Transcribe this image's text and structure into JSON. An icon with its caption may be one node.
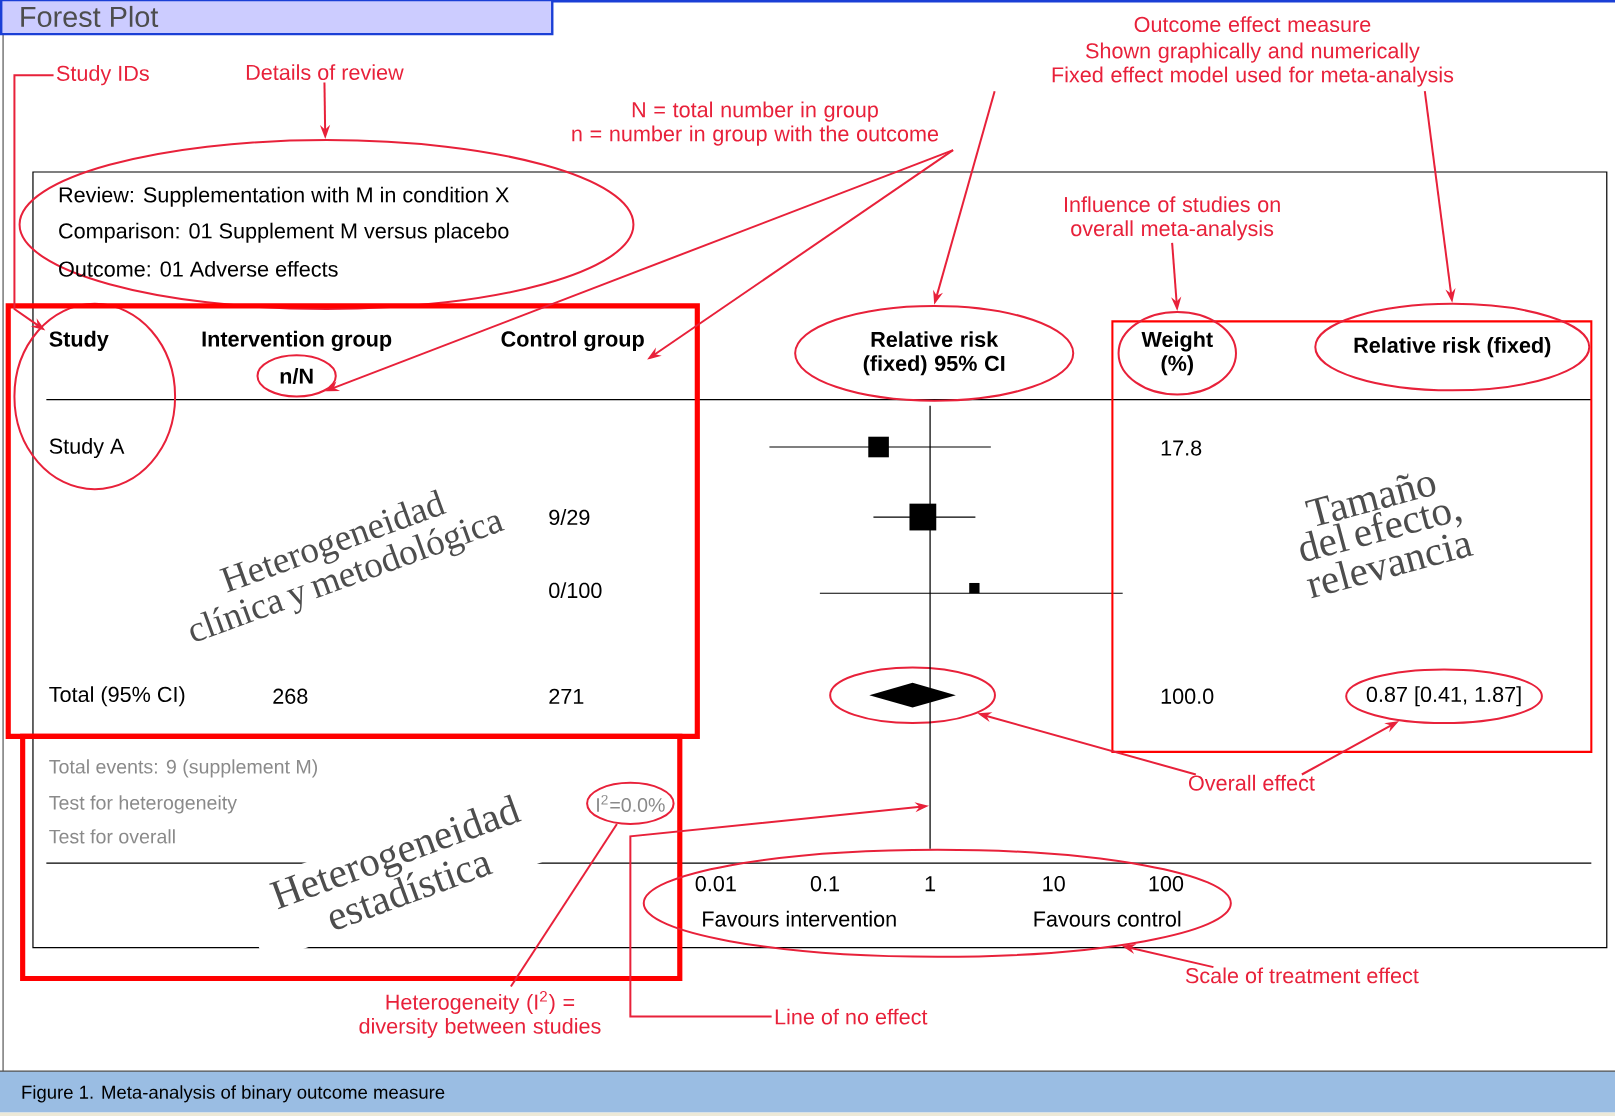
{
  "diagram": {
    "title": "Forest Plot",
    "caption": "Figure 1. Meta-analysis of binary outcome measure",
    "nodes": [
      {
        "text": [
          "Study IDs"
        ]
      },
      {
        "text": [
          "Details of review"
        ]
      },
      {
        "text": [
          "N = total number in group",
          "n = number in group with the outcome"
        ]
      },
      {
        "text": [
          "Outcome effect measure",
          "Shown graphically and numerically",
          "Fixed effect model used for meta-analysis"
        ]
      },
      {
        "text": [
          "Influence of studies on overall meta-analysis"
        ]
      },
      {
        "text": [
          "Review: Supplementation with M in condition X",
          "Comparison: 01 Supplement M versus placebo",
          "Outcome: 01 Adverse effects"
        ]
      },
      {
        "text": [
          "Heterogeneidad clínica y metodológica"
        ]
      },
      {
        "text": [
          "Study"
        ],
        "in": 6
      },
      {
        "text": [
          "n/N"
        ],
        "in": 6
      },
      {
        "text": [
          "Relative risk (fixed) 95% CI"
        ]
      },
      {
        "text": [
          "Tamaño del efecto, relevancia"
        ]
      },
      {
        "text": [
          "Weight (%)"
        ]
      },
      {
        "text": [
          "Relative risk (fixed)"
        ]
      },
      {
        "text": [],
        "shape": "diamond"
      },
      {
        "text": [
          "0.87 [0.41, 1.87]"
        ],
        "in": 10
      },
      {
        "text": [
          "Overall effect"
        ]
      },
      {
        "text": [
          "Heterogeneidad estadística"
        ]
      },
      {
        "text": [
          "I$^{2}$=0.0%"
        ],
        "in": 16
      },
      {
        "text": [
          "0.01",
          "0.1",
          "1",
          "10",
          "100",
          "Favours intervention",
          "Favours control"
        ]
      },
      {
        "text": [
          "Heterogeneity (I$^{2}$) = diversity between studies"
        ]
      },
      {
        "text": [
          "Line of no effect"
        ]
      },
      {
        "text": [
          "Scale of treatment effect"
        ]
      },
      {
        "text": [
          "Control group"
        ],
        "in": 6
      },
      {
        "text": [],
        "shape": "bar"
      }
    ],
    "edges": [
      {
        "from": 0,
        "to": 7,
        "arrow": "to"
      },
      {
        "from": 1,
        "to": 5,
        "arrow": "to"
      },
      {
        "from": 2,
        "to": 8,
        "arrow": "to"
      },
      {
        "from": 2,
        "to": 22,
        "arrow": "to"
      },
      {
        "from": 3,
        "to": 9,
        "arrow": "to"
      },
      {
        "from": 3,
        "to": 12,
        "arrow": "to"
      },
      {
        "from": 4,
        "to": 11,
        "arrow": "to"
      },
      {
        "from": 15,
        "to": 13,
        "arrow": "to"
      },
      {
        "from": 15,
        "to": 14,
        "arrow": "to"
      },
      {
        "from": 19,
        "to": 17,
        "arrow": "none"
      },
      {
        "from": 20,
        "to": 23,
        "arrow": "to"
      },
      {
        "from": 21,
        "to": 18,
        "arrow": "to"
      }
    ],
    "labels": [
      "Intervention group",
      "Study A",
      "17.8",
      "9/29",
      "0/100",
      "Total (95% CI)",
      "268",
      "271",
      "100.0",
      "Total events: 9 (supplement M)",
      "Test for heterogeneity",
      "Test for overall"
    ]
  }
}
